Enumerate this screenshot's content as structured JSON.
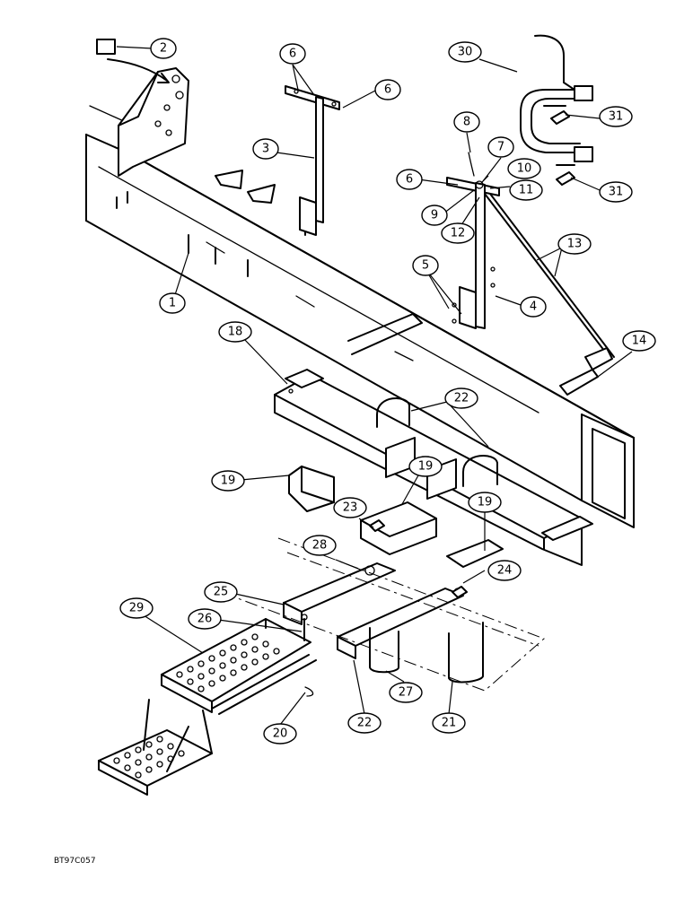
{
  "diagram_code": "BT97C057",
  "callouts": [
    {
      "id": "c1",
      "label": "1"
    },
    {
      "id": "c2",
      "label": "2"
    },
    {
      "id": "c3",
      "label": "3"
    },
    {
      "id": "c4",
      "label": "4"
    },
    {
      "id": "c5",
      "label": "5"
    },
    {
      "id": "c6a",
      "label": "6"
    },
    {
      "id": "c6b",
      "label": "6"
    },
    {
      "id": "c6c",
      "label": "6"
    },
    {
      "id": "c7",
      "label": "7"
    },
    {
      "id": "c8",
      "label": "8"
    },
    {
      "id": "c9",
      "label": "9"
    },
    {
      "id": "c10",
      "label": "10"
    },
    {
      "id": "c11",
      "label": "11"
    },
    {
      "id": "c12",
      "label": "12"
    },
    {
      "id": "c13",
      "label": "13"
    },
    {
      "id": "c14",
      "label": "14"
    },
    {
      "id": "c18",
      "label": "18"
    },
    {
      "id": "c19a",
      "label": "19"
    },
    {
      "id": "c19b",
      "label": "19"
    },
    {
      "id": "c19c",
      "label": "19"
    },
    {
      "id": "c20",
      "label": "20"
    },
    {
      "id": "c21",
      "label": "21"
    },
    {
      "id": "c22a",
      "label": "22"
    },
    {
      "id": "c22b",
      "label": "22"
    },
    {
      "id": "c23",
      "label": "23"
    },
    {
      "id": "c24",
      "label": "24"
    },
    {
      "id": "c25",
      "label": "25"
    },
    {
      "id": "c26",
      "label": "26"
    },
    {
      "id": "c27",
      "label": "27"
    },
    {
      "id": "c28",
      "label": "28"
    },
    {
      "id": "c29",
      "label": "29"
    },
    {
      "id": "c30",
      "label": "30"
    },
    {
      "id": "c31a",
      "label": "31"
    },
    {
      "id": "c31b",
      "label": "31"
    }
  ]
}
